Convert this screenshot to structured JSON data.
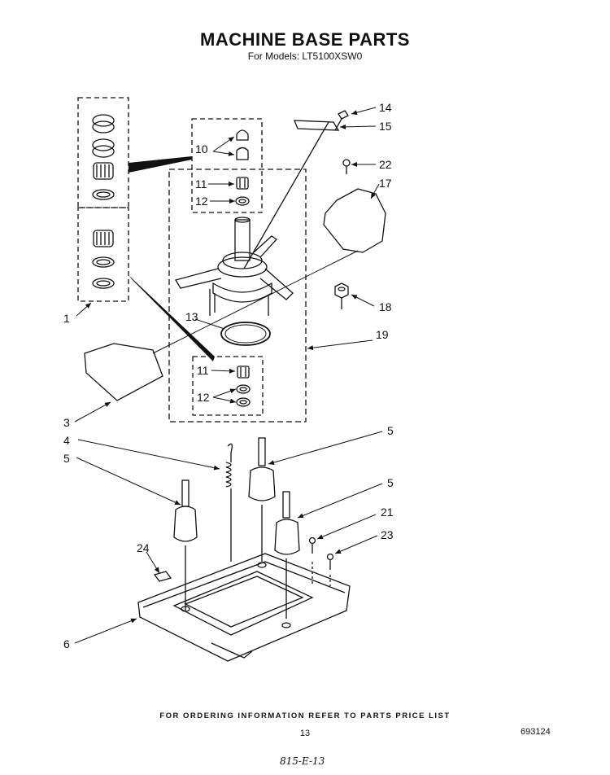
{
  "header": {
    "title": "MACHINE BASE PARTS",
    "subtitle": "For Models: LT5100XSW0"
  },
  "callouts": {
    "c1": "1",
    "c3": "3",
    "c4": "4",
    "c5a": "5",
    "c5b": "5",
    "c5c": "5",
    "c6": "6",
    "c10": "10",
    "c11a": "11",
    "c11b": "11",
    "c12a": "12",
    "c12b": "12",
    "c13": "13",
    "c14": "14",
    "c15": "15",
    "c17": "17",
    "c18": "18",
    "c19": "19",
    "c21": "21",
    "c22": "22",
    "c23": "23",
    "c24": "24"
  },
  "footer": {
    "ordering_note": "FOR ORDERING INFORMATION REFER TO PARTS PRICE LIST",
    "page_number": "13",
    "doc_code": "693124",
    "handwritten": "815-E-13"
  }
}
